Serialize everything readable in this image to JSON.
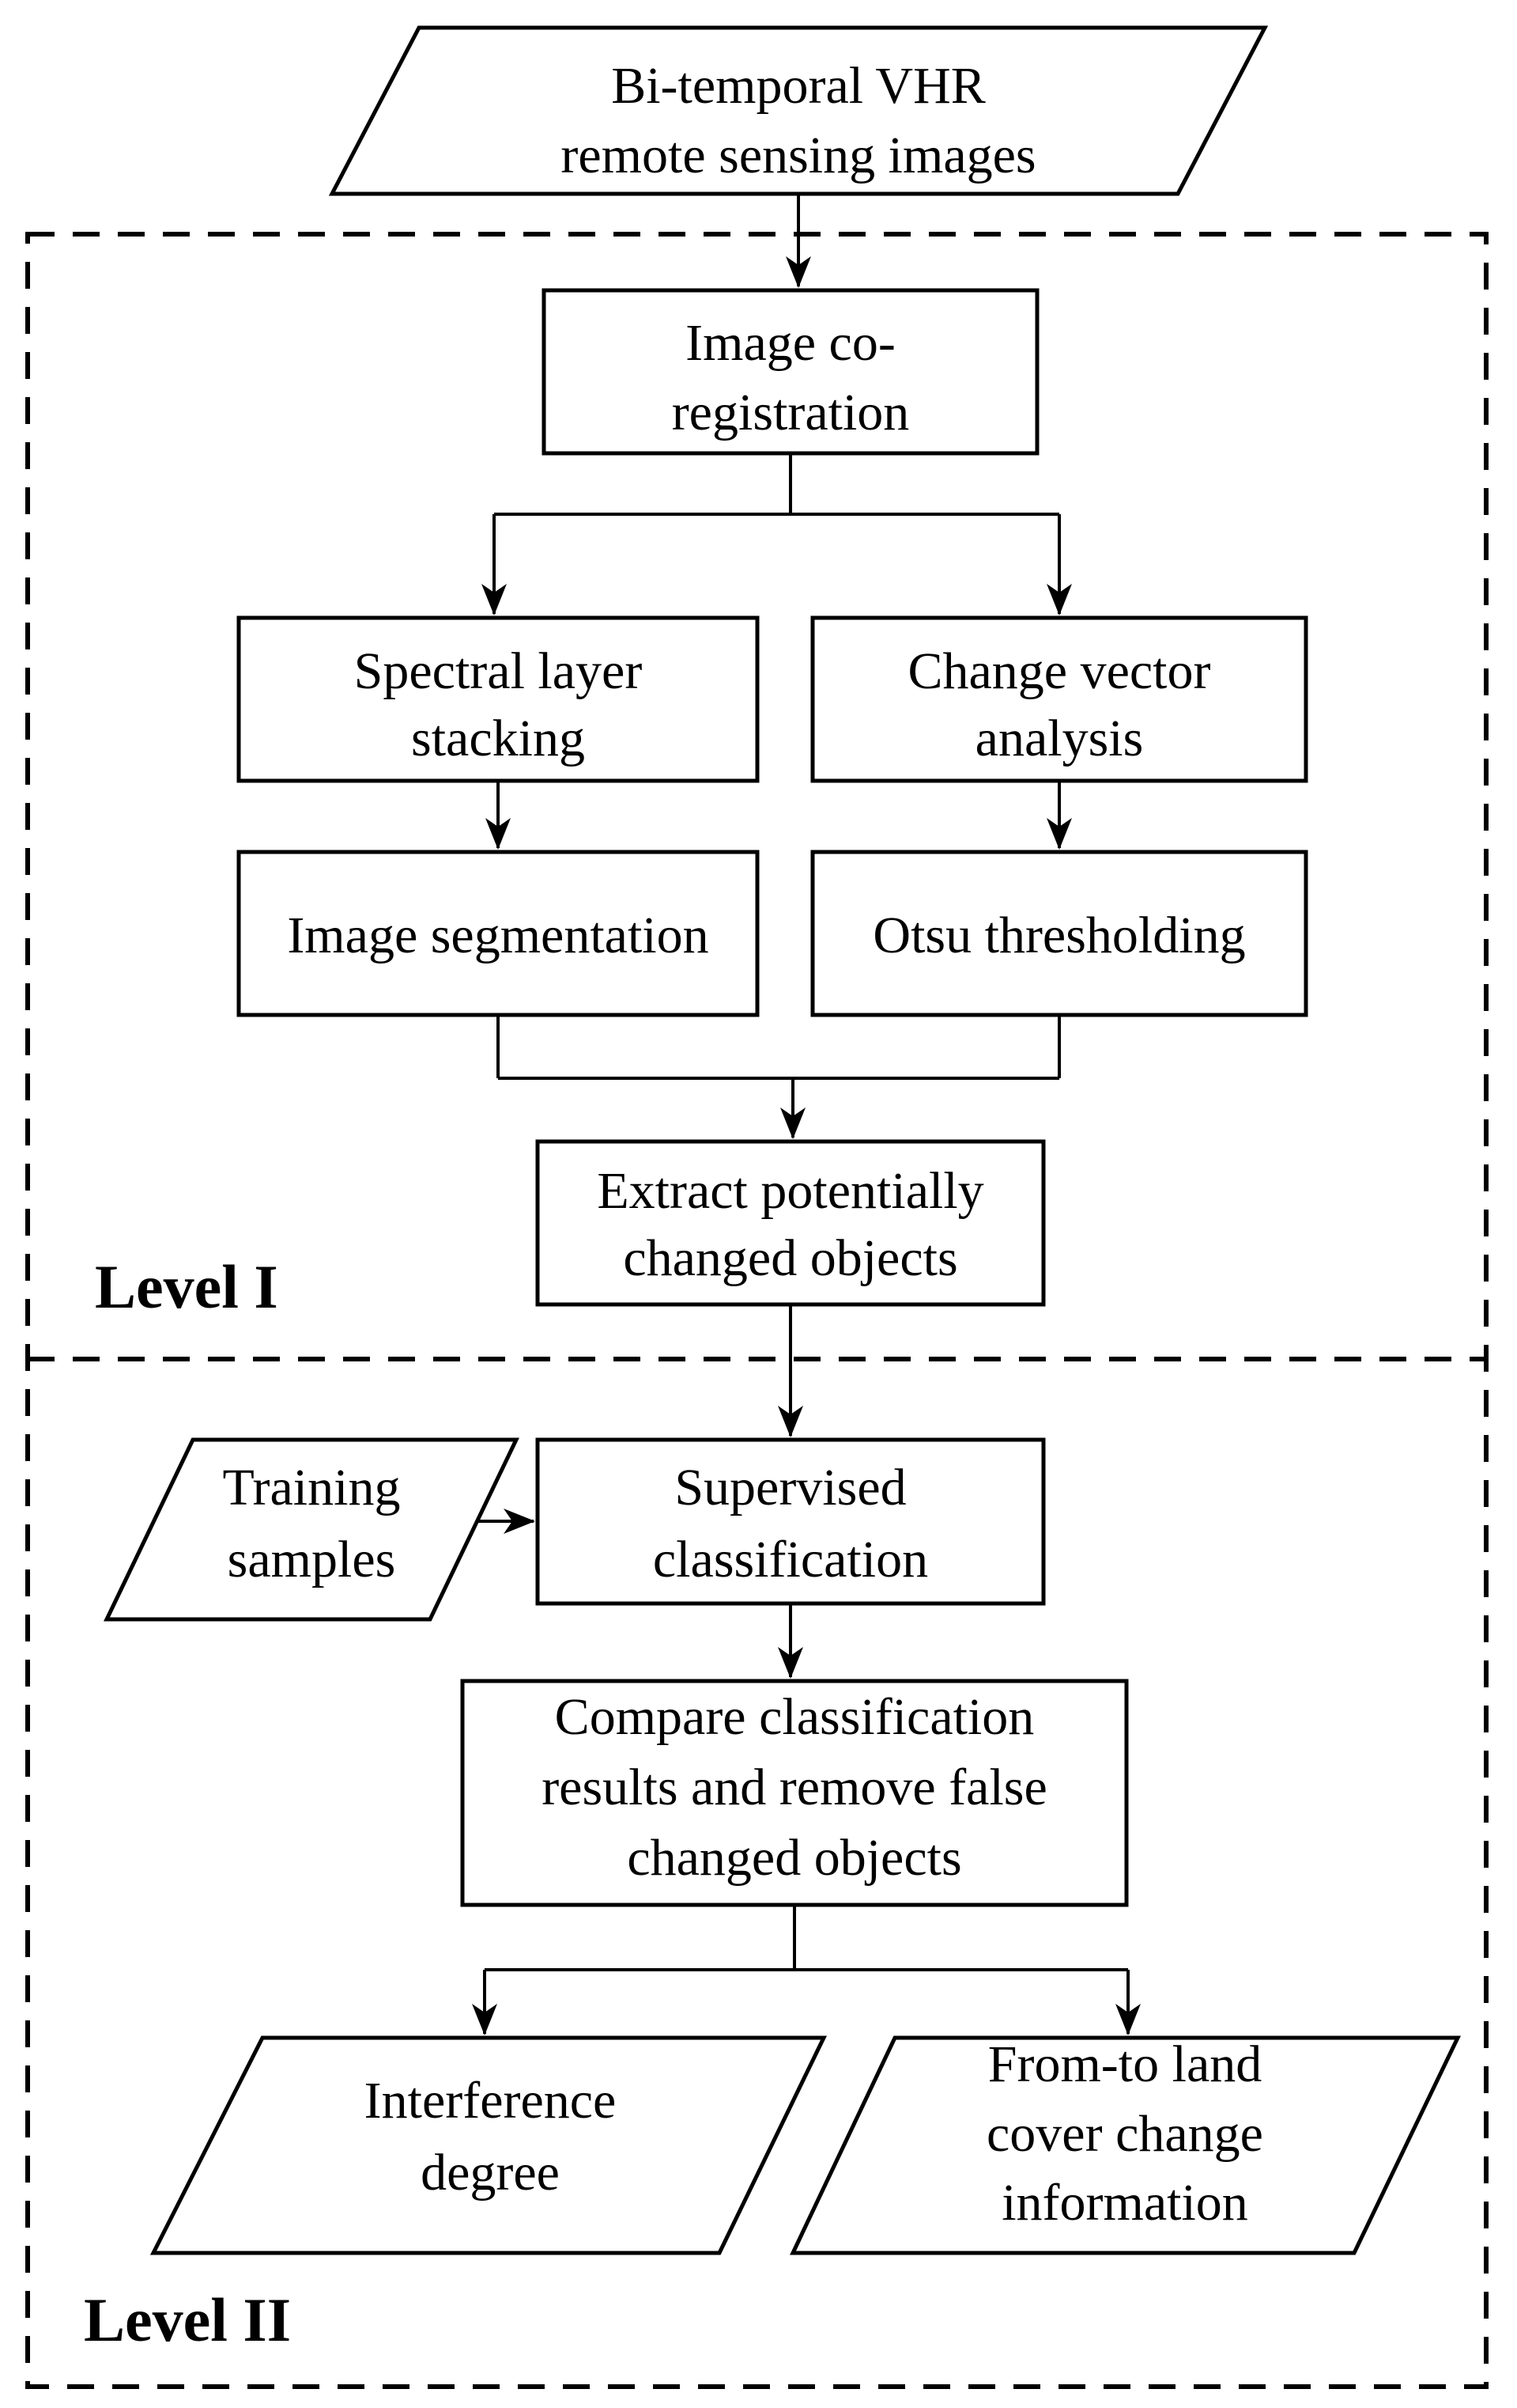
{
  "figure": {
    "background_color": "#ffffff",
    "stroke_color": "#000000"
  },
  "levels": [
    {
      "label": "Level I"
    },
    {
      "label": "Level II"
    }
  ],
  "nodes": {
    "input": {
      "lines": [
        "Bi-temporal VHR",
        "remote sensing images"
      ]
    },
    "coregistration": {
      "lines": [
        "Image co-",
        "registration"
      ]
    },
    "spectral_stacking": {
      "lines": [
        "Spectral layer",
        "stacking"
      ]
    },
    "change_vector_analysis": {
      "lines": [
        "Change vector",
        "analysis"
      ]
    },
    "image_segmentation": {
      "lines": [
        "Image segmentation"
      ]
    },
    "otsu_thresholding": {
      "lines": [
        "Otsu thresholding"
      ]
    },
    "extract_objects": {
      "lines": [
        "Extract potentially",
        "changed objects"
      ]
    },
    "training_samples": {
      "lines": [
        "Training",
        "samples"
      ]
    },
    "supervised_classification": {
      "lines": [
        "Supervised",
        "classification"
      ]
    },
    "compare_results": {
      "lines": [
        "Compare classification",
        "results and remove false",
        "changed objects"
      ]
    },
    "interference_degree": {
      "lines": [
        "Interference",
        "degree"
      ]
    },
    "from_to_change": {
      "lines": [
        "From-to land",
        "cover change",
        "information"
      ]
    }
  }
}
